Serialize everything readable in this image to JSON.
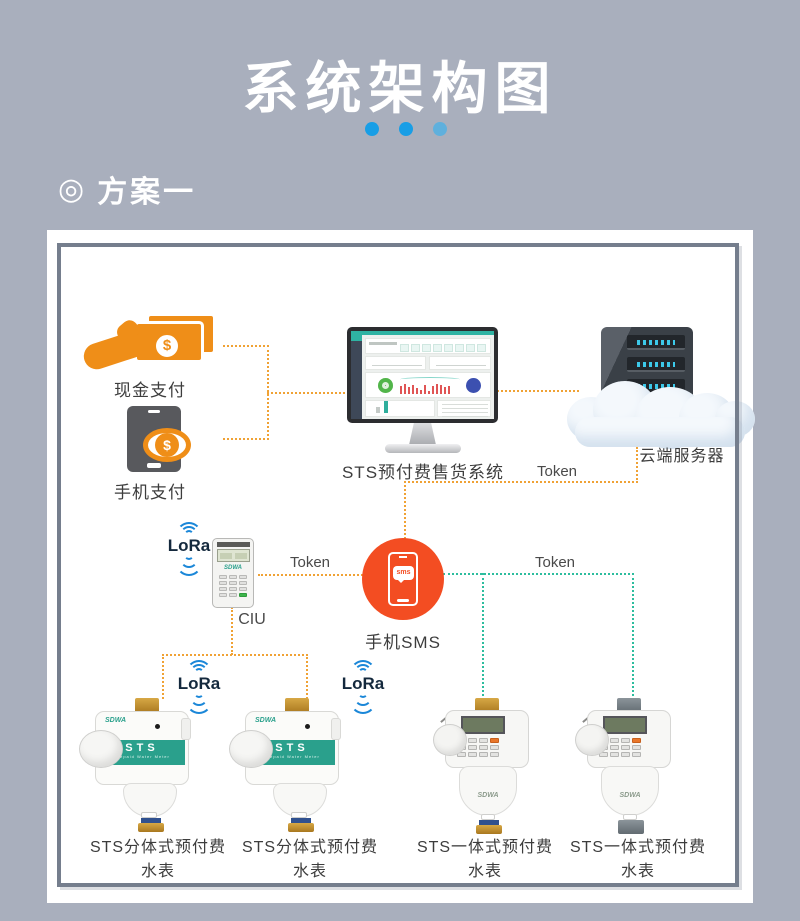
{
  "page": {
    "title": "系统架构图",
    "plan_bullet": "◎",
    "plan_label": "方案一"
  },
  "diagram": {
    "cash_label": "现金支付",
    "mobile_label": "手机支付",
    "pos_label": "STS预付费售货系统",
    "cloud_label": "云端服务器",
    "token_top": "Token",
    "token_left": "Token",
    "token_right": "Token",
    "ciu_label": "CIU",
    "ciu_brand": "SDWA",
    "sms_label": "手机SMS",
    "sms_bubble": "sms",
    "lora_ciu": "LoRa",
    "lora_meter1": "LoRa",
    "lora_meter2": "LoRa",
    "dollar": "$",
    "meters": [
      {
        "label": "STS分体式预付费水表",
        "brand": "SDWA",
        "band_title": "STS",
        "band_sub": "Prepaid Water Meter"
      },
      {
        "label": "STS分体式预付费水表",
        "brand": "SDWA",
        "band_title": "STS",
        "band_sub": "Prepaid Water Meter"
      },
      {
        "label": "STS一体式预付费水表",
        "brand": "SDWA"
      },
      {
        "label": "STS一体式预付费水表",
        "brand": "SDWA"
      }
    ]
  },
  "colors": {
    "background": "#a9afbd",
    "accent_orange": "#ef8e18",
    "line_orange": "#f0a235",
    "line_teal": "#2dbd9e",
    "sms_red": "#f34d22",
    "lora_blue": "#1b87d8",
    "dot_blue": "#189ee6",
    "panel_border": "#757e8d",
    "meter_green": "#2aa08c",
    "text_dark": "#3d3d3d"
  }
}
